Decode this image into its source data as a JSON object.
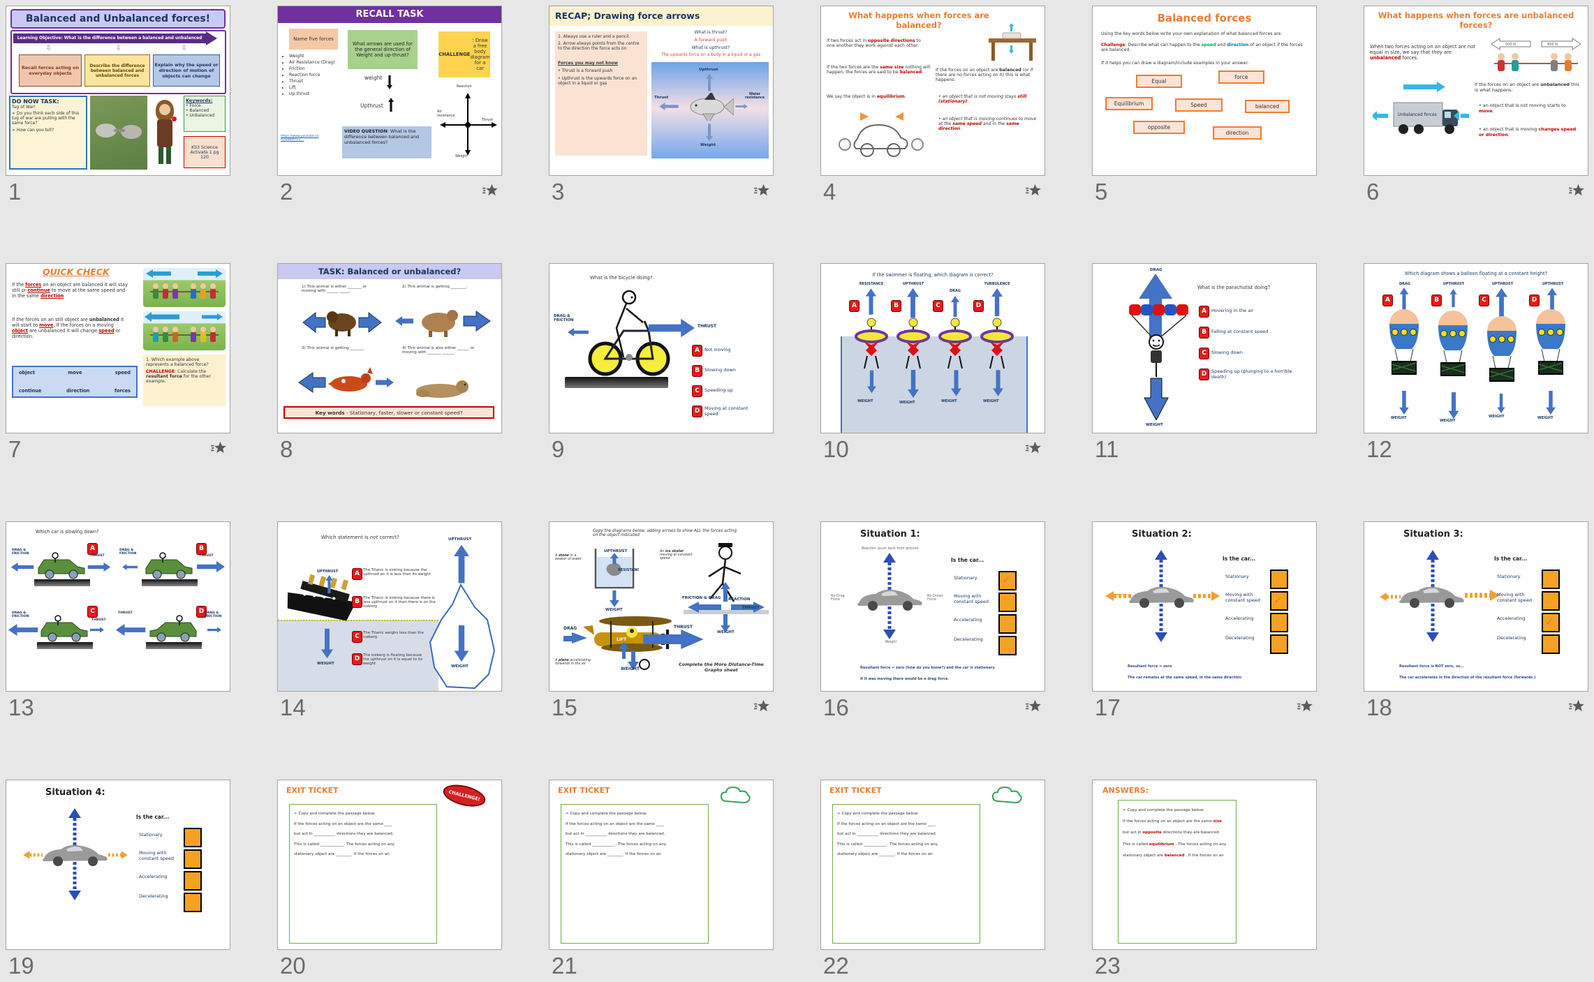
{
  "slides": [
    {
      "number": "1",
      "title": "Balanced and Unbalanced forces!",
      "objective": "Learning Objective: What is the difference between a balanced and unbalanced force?",
      "goal1": "Recall forces acting on everyday objects",
      "goal2": "Describe the difference between balanced and unbalanced forces",
      "goal3": "Explain why the speed or direction of motion of objects can change",
      "donow_title": "DO NOW TASK:",
      "donow_sub": "Tug of War!",
      "donow_q1": "➢ Do you think each side of this tug of war are pulling with the same force?",
      "donow_q2": "➢ How can you tell?",
      "keywords_title": "Keywords:",
      "keyword1": "• Force",
      "keyword2": "• Balanced",
      "keyword3": "• Unbalanced",
      "ref": "KS3 Science Activate 1 pg 120"
    },
    {
      "number": "2",
      "header": "RECALL TASK",
      "prompt1": "Name five forces",
      "forces": [
        "Weight",
        "Air Resistance (Drag)",
        "Friction",
        "Reaction force",
        "Thrust",
        "Lift",
        "Up-thrust"
      ],
      "prompt2": "What arrows are used for the general direction of Weight and up-thrust?",
      "weight_label": "weight",
      "upthrust_label": "Upthrust",
      "challenge": [
        {
          "t": "CHALLENGE",
          "c": "b"
        },
        {
          "t": ": Draw a free body diagram for a car"
        }
      ],
      "fbd_top": "Reaction",
      "fbd_left": "Air resistance",
      "fbd_right": "Thrust",
      "fbd_bottom": "Weight",
      "video_q": [
        {
          "t": "VIDEO QUESTION",
          "c": "b"
        },
        {
          "t": ": What is the difference between balanced and unbalanced forces?"
        }
      ],
      "link_line1": "https://www.youtube.co",
      "link_line2": "m/watch?v=…"
    },
    {
      "number": "3",
      "header": "RECAP; Drawing force arrows",
      "rule1": "1. Always use a ruler and a pencil.",
      "rule2": "2. Arrow always points from the centre to the direction the force acts on",
      "subhead": "Forces you may not know",
      "bullet1": "• Thrust is a forward push",
      "bullet2": "• Upthrust is the upwards force on an object in a liquid or gas",
      "q1": "What is thrust?",
      "a1": "A forward push",
      "q2": "What is upthrust?",
      "a2": "The upwards force on a body in a liquid or a gas",
      "fish_up": "Upthrust",
      "fish_left": "Thrust",
      "fish_right": "Water resistance",
      "fish_down": "Weight"
    },
    {
      "number": "4",
      "title": "What happens when forces are balanced?",
      "p1": [
        {
          "t": "If two forces act in "
        },
        {
          "t": "opposite directions",
          "c": "r"
        },
        {
          "t": " to one another they work against each other."
        }
      ],
      "p2": [
        {
          "t": "If the two forces are the "
        },
        {
          "t": "same size",
          "c": "r"
        },
        {
          "t": " nothing will happen, the forces are said to be "
        },
        {
          "t": "balanced",
          "c": "r"
        },
        {
          "t": "."
        }
      ],
      "p3": [
        {
          "t": "We say the object is in "
        },
        {
          "t": "equilibrium",
          "c": "r"
        },
        {
          "t": "."
        }
      ],
      "r_head": [
        {
          "t": "If the forces on an object are "
        },
        {
          "t": "balanced",
          "c": "b"
        },
        {
          "t": " (or if there are no forces acting on it) this is what happens:"
        }
      ],
      "b1": [
        {
          "t": "• an object that is not moving stays "
        },
        {
          "t": "still (stationary)",
          "c": "r"
        },
        {
          "t": "."
        }
      ],
      "b2": [
        {
          "t": "• an object that is moving continues to move at the "
        },
        {
          "t": "same speed",
          "c": "r"
        },
        {
          "t": " and in the "
        },
        {
          "t": "same direction",
          "c": "r"
        },
        {
          "t": "."
        }
      ]
    },
    {
      "number": "5",
      "title": "Balanced forces",
      "p1": "Using the key words below write your own explanation of what balanced forces are.",
      "p2": [
        {
          "t": "Challenge",
          "c": "r"
        },
        {
          "t": ":  Describe what can happen to the "
        },
        {
          "t": "speed",
          "c": "g"
        },
        {
          "t": " and "
        },
        {
          "t": "direction",
          "c": "bl"
        },
        {
          "t": " of an object if the forces are balanced."
        }
      ],
      "p3": "If it helps you can draw a diagram/include examples in your answer.",
      "w1": "Equal",
      "w2": "force",
      "w3": "Equilibrium",
      "w4": "Speed",
      "w5": "balanced",
      "w6": "opposite",
      "w7": "direction"
    },
    {
      "number": "6",
      "title": "What happens when forces are unbalanced forces?",
      "p1": [
        {
          "t": "When two forces acting on an object are not equal in size, we say that they are "
        },
        {
          "t": "unbalanced",
          "c": "r"
        },
        {
          "t": " forces."
        }
      ],
      "tug_left": "500 Newtons",
      "tug_right": "450 Newtons",
      "truck_label": "Unbalanced forces",
      "r_head": [
        {
          "t": "If the forces on an object are "
        },
        {
          "t": "unbalanced",
          "c": "b"
        },
        {
          "t": " this is what happens:"
        }
      ],
      "b1": [
        {
          "t": "• an object that is not moving starts to "
        },
        {
          "t": "move",
          "c": "r"
        },
        {
          "t": "."
        }
      ],
      "b2": [
        {
          "t": "• an object that is moving "
        },
        {
          "t": "changes speed or direction",
          "c": "r"
        },
        {
          "t": "."
        }
      ]
    },
    {
      "number": "7",
      "title": "QUICK CHECK",
      "p1": [
        {
          "t": "If the "
        },
        {
          "t": "forces",
          "c": "ru"
        },
        {
          "t": " on an object are balanced it will stay still or "
        },
        {
          "t": "continue",
          "c": "ru"
        },
        {
          "t": " to move at the same speed and in the same "
        },
        {
          "t": "direction",
          "c": "ru"
        }
      ],
      "p2": [
        {
          "t": "If the forces on an still object are "
        },
        {
          "t": "unbalanced",
          "c": "b"
        },
        {
          "t": " it will start to "
        },
        {
          "t": "move",
          "c": "ru"
        },
        {
          "t": ". If the forces on a moving "
        },
        {
          "t": "object",
          "c": "ru"
        },
        {
          "t": " are unbalanced it will change "
        },
        {
          "t": "speed",
          "c": "ru"
        },
        {
          "t": " or direction."
        }
      ],
      "bank1": "object",
      "bank2": "move",
      "bank3": "speed",
      "bank4": "continue",
      "bank5": "direction",
      "bank6": "forces",
      "q1": "1. Which example above represents a balanced force?",
      "q2": [
        {
          "t": "CHALLENGE",
          "c": "r"
        },
        {
          "t": ": Calculate the "
        },
        {
          "t": "resultant force",
          "c": "b"
        },
        {
          "t": " for the other example."
        }
      ]
    },
    {
      "number": "8",
      "header": "TASK: Balanced or unbalanced?",
      "i1": "1)  This animal is either _______ or moving with ______ _____.",
      "i2": "2)  This animal is getting ________.",
      "i3": "3)  This animal is getting _______.",
      "i4": "4)  This animal is also either ______ or moving with _______ ______.",
      "keywords": [
        {
          "t": "Key words",
          "c": "b"
        },
        {
          "t": " - Stationary, faster, slower or constant speed?"
        }
      ]
    },
    {
      "number": "9",
      "question": "What is the bicycle doing?",
      "label_left": "DRAG & FRICTION",
      "label_right": "THRUST",
      "options": [
        {
          "letter": "A",
          "text": "Not moving"
        },
        {
          "letter": "B",
          "text": "Slowing down"
        },
        {
          "letter": "C",
          "text": "Speeding up"
        },
        {
          "letter": "D",
          "text": "Moving at constant speed"
        }
      ]
    },
    {
      "number": "10",
      "question": "If the swimmer is floating, which diagram is correct?",
      "up1": "RESISTANCE",
      "up2": "UPTHRUST",
      "up3": "DRAG",
      "up4": "TURBULENCE",
      "l1": "A",
      "l2": "B",
      "l3": "C",
      "l4": "D",
      "down_label": "WEIGHT"
    },
    {
      "number": "11",
      "question": "What is the parachutist doing?",
      "up_label": "DRAG",
      "down_label": "WEIGHT",
      "options": [
        {
          "letter": "A",
          "text": "Hovering in the air"
        },
        {
          "letter": "B",
          "text": "Falling at constant speed"
        },
        {
          "letter": "C",
          "text": "Slowing down"
        },
        {
          "letter": "D",
          "text": "Speeding up (plunging to a horrible death)"
        }
      ]
    },
    {
      "number": "12",
      "question": "Which diagram shows a balloon floating at a constant height?",
      "up1": "DRAG",
      "up2": "UPTHRUST",
      "up3": "UPTHRUST",
      "up4": "UPTHRUST",
      "l1": "A",
      "l2": "B",
      "l3": "C",
      "l4": "D",
      "down_label": "WEIGHT"
    },
    {
      "number": "13",
      "question": "Which car is slowing down?",
      "l1": "A",
      "l2": "B",
      "l3": "C",
      "l4": "D",
      "label_drag": "DRAG & FRICTION",
      "label_thrust": "THRUST"
    },
    {
      "number": "14",
      "question": [
        {
          "t": "Which statement is "
        },
        {
          "t": "not",
          "c": "i"
        },
        {
          "t": " correct?"
        }
      ],
      "ship_up": "UPTHRUST",
      "ship_down": "WEIGHT",
      "berg_up": "UPTHRUST",
      "berg_down": "WEIGHT",
      "options": [
        {
          "letter": "A",
          "text": "The Titanic is sinking because the upthrust on it is less than its weight"
        },
        {
          "letter": "B",
          "text": "The Titanic is sinking because there is less upthrust on it than there is on the iceberg"
        },
        {
          "letter": "C",
          "text": "The Titanic weighs less than the iceberg"
        },
        {
          "letter": "D",
          "text": "The iceberg is floating because the upthrust on it is equal to its weight"
        }
      ]
    },
    {
      "number": "15",
      "instruction": "Copy the diagrams below, adding arrows to show ALL the forces acting on the object indicated",
      "cap1": [
        {
          "t": "A "
        },
        {
          "t": "stone",
          "c": "b"
        },
        {
          "t": " in a beaker of water"
        }
      ],
      "cap2": [
        {
          "t": "An "
        },
        {
          "t": "ice skater",
          "c": "b"
        },
        {
          "t": " moving at constant speed"
        }
      ],
      "cap3": [
        {
          "t": "A "
        },
        {
          "t": "plane",
          "c": "b"
        },
        {
          "t": " accelerating forwards in the air"
        }
      ],
      "lab_upthrust": "UPTHRUST",
      "lab_resistance": "RESISTANCE",
      "lab_weight": "WEIGHT",
      "lab_reaction": "REACTION",
      "lab_friction_drag": "FRICTION & DRAG",
      "lab_thrust": "THRUST",
      "lab_drag": "DRAG",
      "lab_lift": "LIFT",
      "footer": "Complete the More Distance-Time Graphs sheet"
    },
    {
      "number": "16",
      "title": "Situation 1:",
      "q": "Is the car...",
      "arrow_top": "Reaction (push back from ground)",
      "arrow_bottom": "Weight",
      "side_left": "No Drag Force",
      "side_right": "No Driver Force",
      "o1": "Stationary",
      "o2": "Moving with constant speed",
      "o3": "Accelerating",
      "o4": "Decelerating",
      "note1": "Resultant force = zero (how do you know?) and the car is stationary.",
      "note2": "If it was moving there would be a drag force."
    },
    {
      "number": "17",
      "title": "Situation 2:",
      "q": "Is the car...",
      "o1": "Stationary",
      "o2": "Moving with constant speed",
      "o3": "Accelerating",
      "o4": "Decelerating",
      "note1": "Resultant force = zero",
      "note2": "The car remains at the same speed, in the same direction"
    },
    {
      "number": "18",
      "title": "Situation 3:",
      "q": "Is the car...",
      "o1": "Stationary",
      "o2": "Moving with constant speed",
      "o3": "Accelerating",
      "o4": "Decelerating",
      "note1": "Resultant force is NOT zero, so...",
      "note2": "The car accelerates in the direction of the resultant force (forwards.)"
    },
    {
      "number": "19",
      "title": "Situation 4:",
      "q": "Is the car...",
      "o1": "Stationary",
      "o2": "Moving with constant speed",
      "o3": "Accelerating",
      "o4": "Decelerating"
    },
    {
      "number": "20",
      "title": "EXIT TICKET",
      "badge": "CHALLENGE!"
    },
    {
      "number": "21",
      "title": "EXIT TICKET"
    },
    {
      "number": "22",
      "title": "EXIT TICKET"
    },
    {
      "number": "23",
      "title": "ANSWERS:"
    }
  ],
  "exit_passage": {
    "l0": "➢ Copy and complete the passage below:",
    "l1": "If the forces acting on an object are the same ____",
    "l2": "but act in ___________ directions they are balanced.",
    "l3": "This is called ____________. The forces acting on any",
    "l4": "stationary object are ________. If the forces on an"
  },
  "answers_passage": {
    "l0": "➢ Copy and complete the passage below:",
    "l1": [
      {
        "t": "If the forces acting on an object are the same  "
      },
      {
        "t": "size",
        "c": "r"
      }
    ],
    "l2": [
      {
        "t": "but act in  "
      },
      {
        "t": "opposite",
        "c": "r"
      },
      {
        "t": "  directions they are balanced."
      }
    ],
    "l3": [
      {
        "t": "This is called  "
      },
      {
        "t": "equilibrium",
        "c": "r"
      },
      {
        "t": " . The forces acting on any"
      }
    ],
    "l4": [
      {
        "t": "stationary object are  "
      },
      {
        "t": "balanced",
        "c": "r"
      },
      {
        "t": " . If the forces on an"
      }
    ]
  }
}
